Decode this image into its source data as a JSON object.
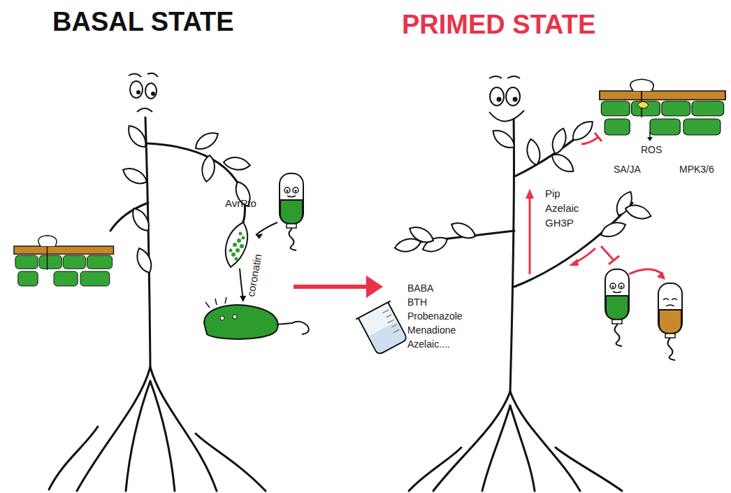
{
  "diagram": {
    "labels": [
      "BASAL STATE",
      "PRIMED STATE",
      "AvrPto",
      "coronatin",
      "ROS",
      "SA/JA",
      "MPK3/6",
      "Pip",
      "Azelaic",
      "GH3P",
      "BABA",
      "BTH",
      "Probenazole",
      "Menadione",
      "Azelaic...."
    ]
  }
}
